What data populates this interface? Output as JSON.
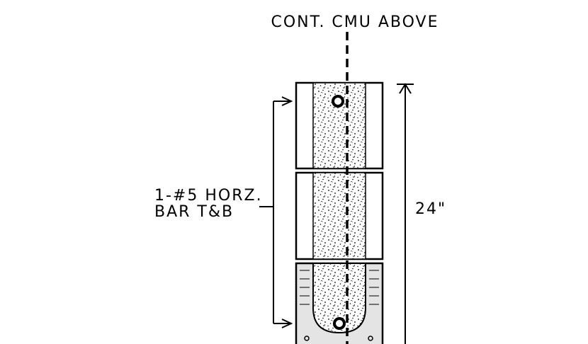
{
  "labels": {
    "top_note": "CONT. CMU ABOVE",
    "bar_note_line1": "1-#5 HORZ.",
    "bar_note_line2": "BAR T&B",
    "dimension": "24\""
  },
  "colors": {
    "line": "#000000",
    "grout_fill": "#ffffff",
    "bond_beam_fill": "#e4e4e4"
  }
}
